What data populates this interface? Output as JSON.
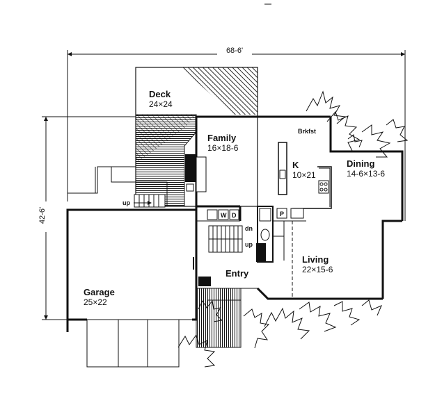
{
  "dimensions": {
    "width_label": "68-6'",
    "depth_label": "42-6'"
  },
  "rooms": {
    "deck": {
      "name": "Deck",
      "size": "24×24"
    },
    "family": {
      "name": "Family",
      "size": "16×18-6"
    },
    "brkfst": {
      "name": "Brkfst"
    },
    "kitchen": {
      "name": "K",
      "size": "10×21"
    },
    "dining": {
      "name": "Dining",
      "size": "14-6×13-6"
    },
    "living": {
      "name": "Living",
      "size": "22×15-6"
    },
    "entry": {
      "name": "Entry"
    },
    "garage": {
      "name": "Garage",
      "size": "25×22"
    }
  },
  "stairs": {
    "up_left": "up",
    "dn": "dn",
    "up_center": "up"
  },
  "fixtures": {
    "washer": "W",
    "dryer": "D",
    "pantry": "P"
  }
}
